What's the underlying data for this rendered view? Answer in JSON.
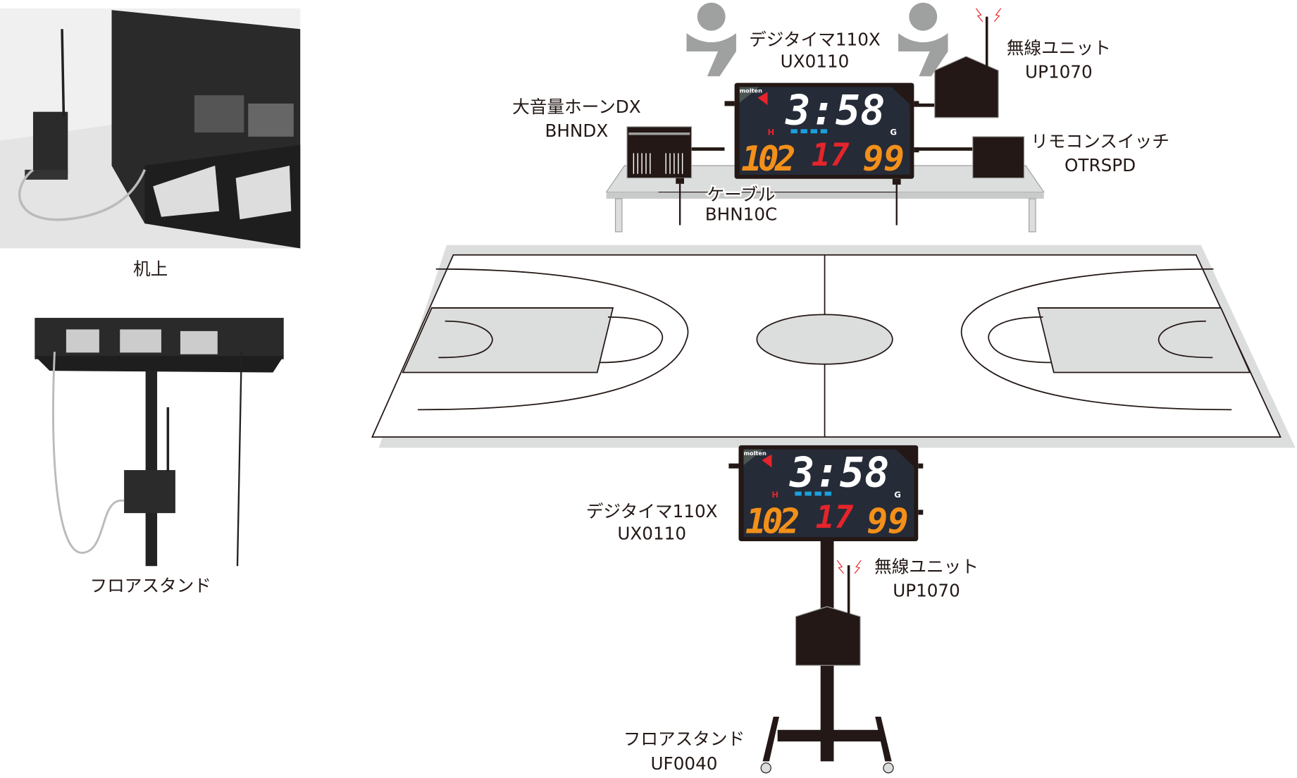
{
  "photos": {
    "desk_caption": "机上",
    "floor_caption": "フロアスタンド"
  },
  "top_setup": {
    "timer": {
      "name": "デジタイマ110X",
      "code": "UX0110"
    },
    "wireless": {
      "name": "無線ユニット",
      "code": "UP1070"
    },
    "horn": {
      "name": "大音量ホーンDX",
      "code": "BHNDX"
    },
    "remote": {
      "name": "リモコンスイッチ",
      "code": "OTRSPD"
    },
    "cable": {
      "name": "ケーブル",
      "code": "BHN10C"
    }
  },
  "bottom_setup": {
    "timer": {
      "name": "デジタイマ110X",
      "code": "UX0110"
    },
    "wireless": {
      "name": "無線ユニット",
      "code": "UP1070"
    },
    "stand": {
      "name": "フロアスタンド",
      "code": "UF0040"
    }
  },
  "scoreboard": {
    "brand": "molten",
    "time": "3:58",
    "home_label": "H",
    "guest_label": "G",
    "home_score": "102",
    "shot_clock": "17",
    "guest_score": "99",
    "fouls": 4
  },
  "colors": {
    "board": "#262b38",
    "orange": "#f39019",
    "red": "#e5242b",
    "blue": "#1aa0dc",
    "court": "#dcdddd"
  }
}
